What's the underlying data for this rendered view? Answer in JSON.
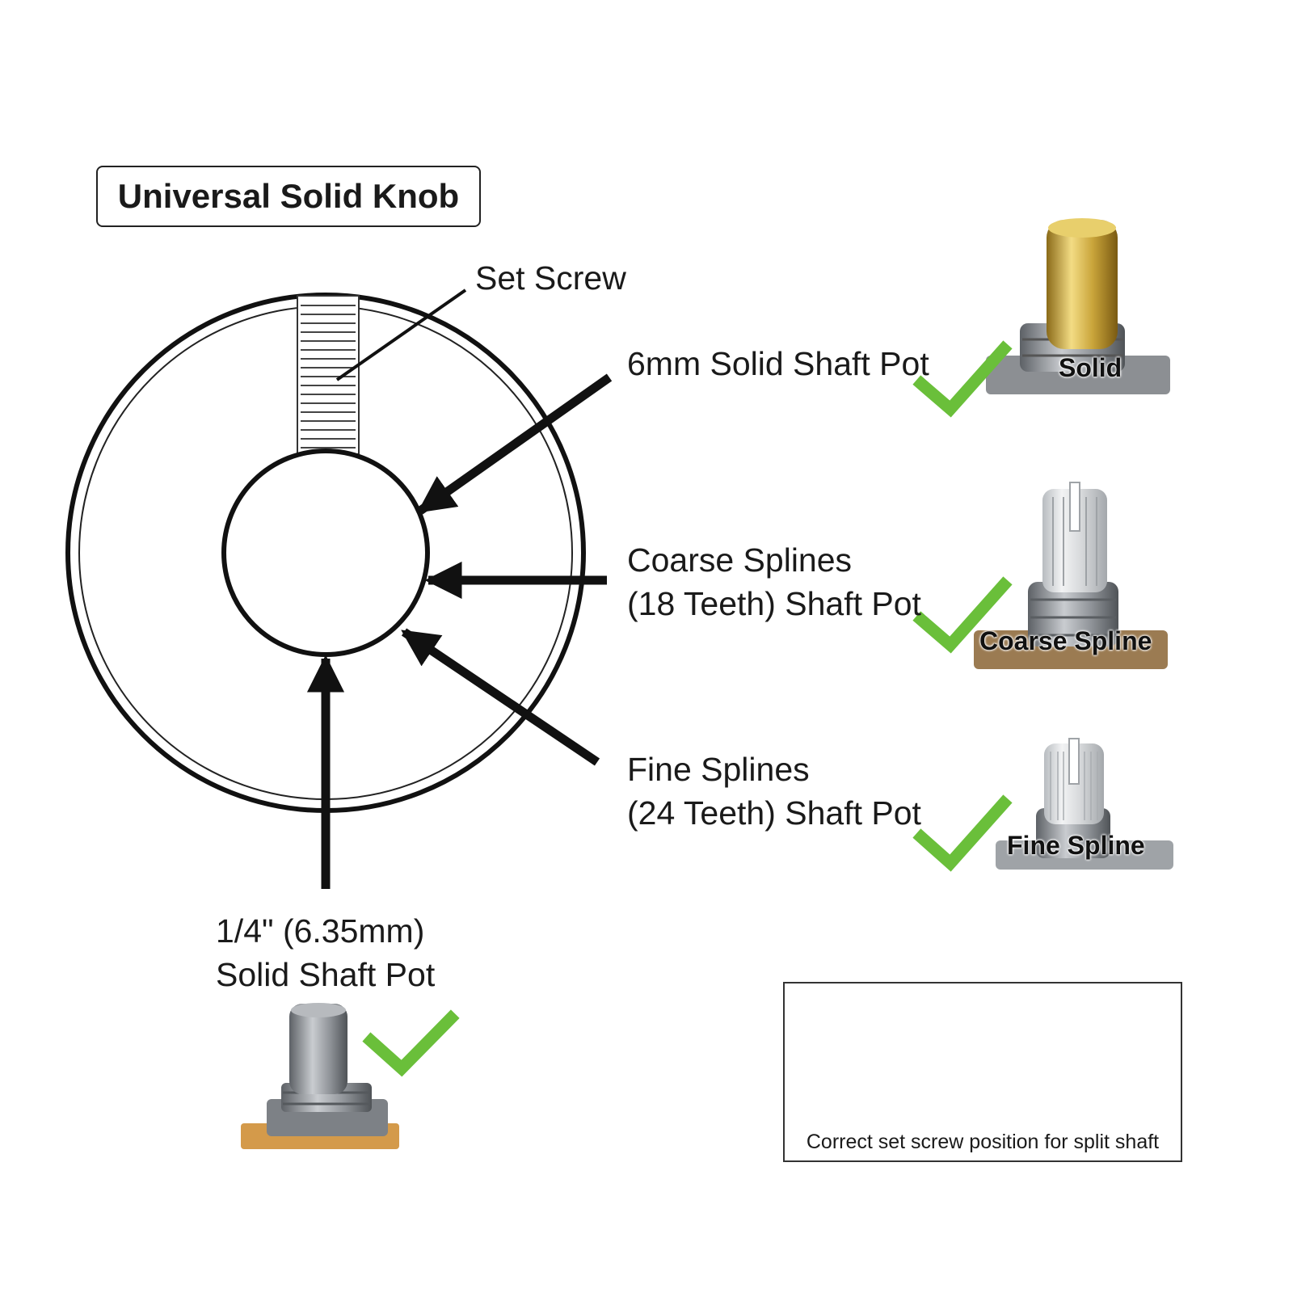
{
  "title": "Universal Solid Knob",
  "callouts": {
    "set_screw": "Set Screw",
    "solid_6mm": "6mm Solid Shaft Pot",
    "coarse_line1": "Coarse Splines",
    "coarse_line2": "(18 Teeth) Shaft Pot",
    "fine_line1": "Fine Splines",
    "fine_line2": "(24 Teeth) Shaft Pot",
    "quarter_line1": "1/4\" (6.35mm)",
    "quarter_line2": "Solid Shaft Pot"
  },
  "photos": {
    "solid_label": "Solid",
    "coarse_label": "Coarse Spline",
    "fine_label": "Fine Spline"
  },
  "note": {
    "caption": "Correct set screw position for split shaft"
  },
  "colors": {
    "check": "#6abf3a",
    "cross": "#e02020",
    "outline": "#111111",
    "brass": "#c9a43a",
    "steel": "#8f9398"
  },
  "icons": {
    "check": "check-icon",
    "cross": "cross-icon"
  }
}
